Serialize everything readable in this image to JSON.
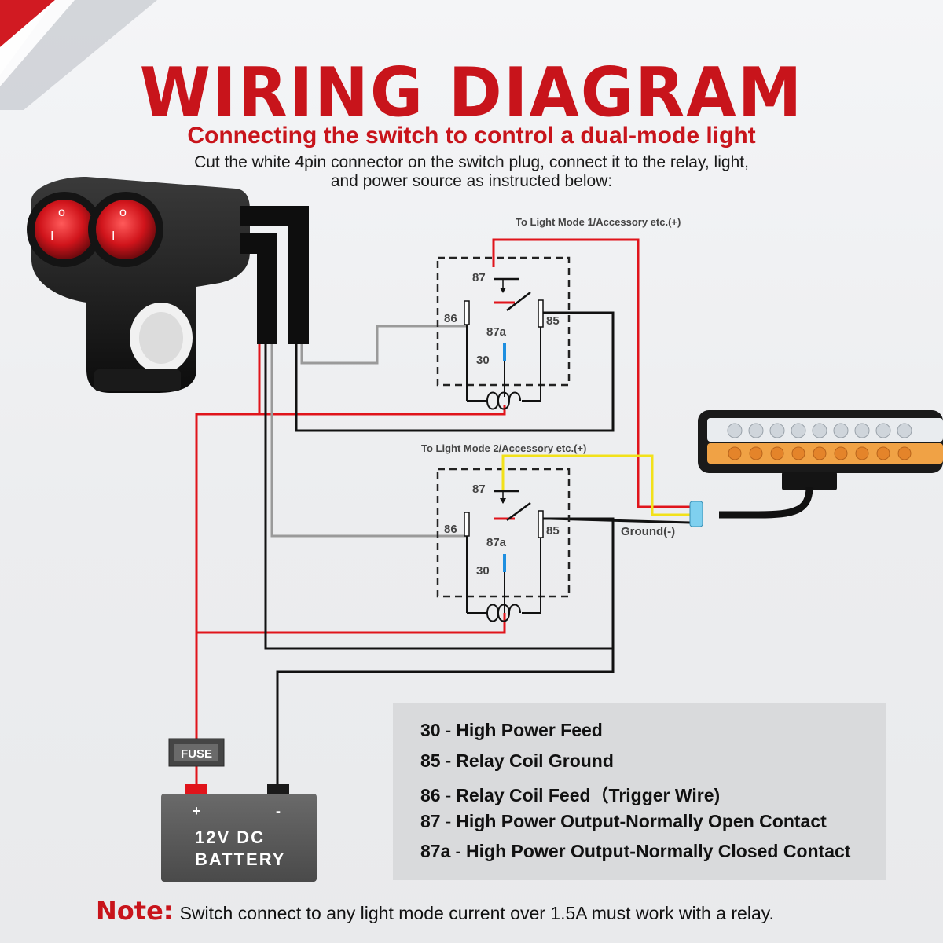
{
  "header": {
    "title": "WIRING DIAGRAM",
    "subtitle": "Connecting the switch to control a dual-mode light",
    "instructions_line1": "Cut the white 4pin connector on the switch plug, connect it to the relay, light,",
    "instructions_line2": "and power source as instructed below:"
  },
  "relay1": {
    "pin_87": "87",
    "pin_87a": "87a",
    "pin_86": "86",
    "pin_85": "85",
    "pin_30": "30",
    "output_label": "To Light Mode 1/Accessory etc.(+)"
  },
  "relay2": {
    "pin_87": "87",
    "pin_87a": "87a",
    "pin_86": "86",
    "pin_85": "85",
    "pin_30": "30",
    "output_label": "To Light Mode 2/Accessory etc.(+)"
  },
  "light": {
    "ground_label": "Ground(-)"
  },
  "battery": {
    "fuse_label": "FUSE",
    "positive": "+",
    "negative": "-",
    "line1": "12V DC",
    "line2": "BATTERY"
  },
  "legend": [
    {
      "code": "30",
      "text": "High Power Feed"
    },
    {
      "code": "85",
      "text": "Relay Coil Ground"
    },
    {
      "code": "86",
      "text": "Relay Coil Feed（Trigger Wire)"
    },
    {
      "code": "87",
      "text": "High Power Output-Normally Open Contact"
    },
    {
      "code": "87a",
      "text": "High Power Output-Normally Closed Contact"
    }
  ],
  "note": {
    "label": "Note:",
    "text": "Switch connect to any light mode current over 1.5A must work with a relay."
  },
  "colors": {
    "title_red": "#c8141b",
    "wire_red": "#e0141b",
    "wire_black": "#111111",
    "wire_gray": "#9a9a9a",
    "wire_yellow": "#f2e11a",
    "pin_blue": "#1e8fe0"
  }
}
